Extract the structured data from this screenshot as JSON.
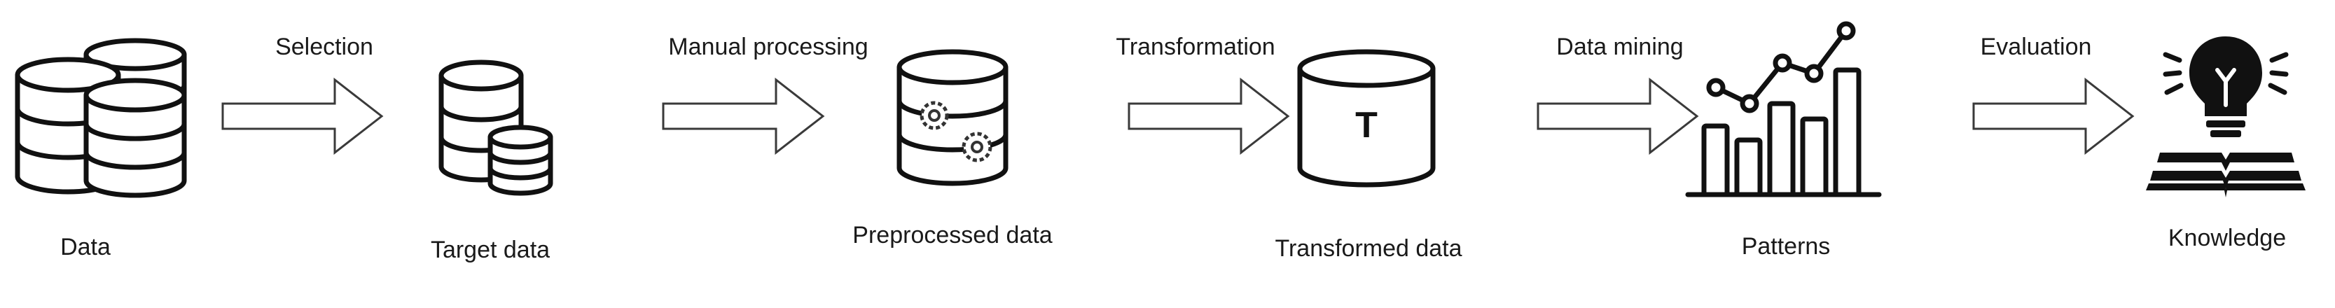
{
  "nodes": [
    {
      "id": "data",
      "label": "Data",
      "icon": "database-stack-icon"
    },
    {
      "id": "target",
      "label": "Target data",
      "icon": "database-subset-icon"
    },
    {
      "id": "preprocessed",
      "label": "Preprocessed data",
      "icon": "database-gears-icon"
    },
    {
      "id": "transformed",
      "label": "Transformed data",
      "icon": "transformed-cylinder-icon",
      "glyph": "T"
    },
    {
      "id": "patterns",
      "label": "Patterns",
      "icon": "bar-line-chart-icon"
    },
    {
      "id": "knowledge",
      "label": "Knowledge",
      "icon": "lightbulb-book-icon"
    }
  ],
  "steps": [
    {
      "label": "Selection"
    },
    {
      "label": "Manual processing"
    },
    {
      "label": "Transformation"
    },
    {
      "label": "Data mining"
    },
    {
      "label": "Evaluation"
    }
  ]
}
